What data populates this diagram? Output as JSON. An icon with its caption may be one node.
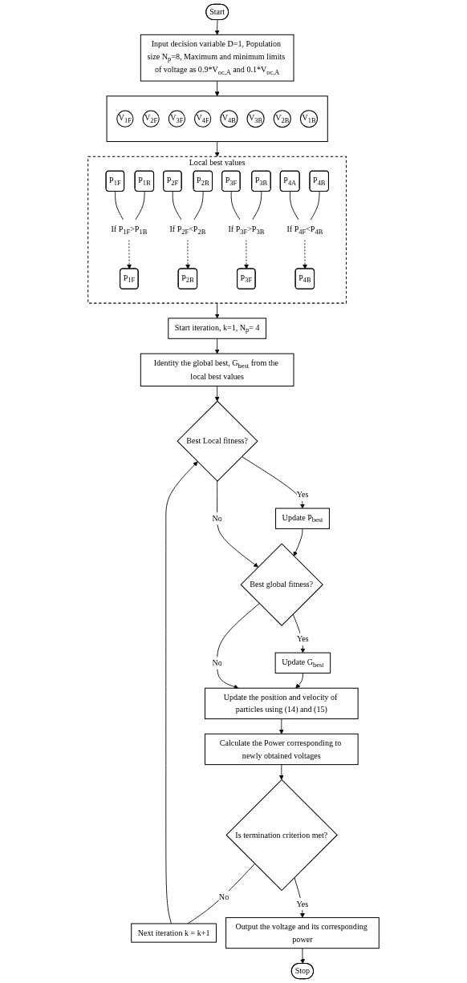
{
  "diagram": {
    "nodes": [
      {
        "text": [
          "Start"
        ]
      },
      {
        "text": [
          "Input decision variable D=1, Population size N$_{p}$=8, Maximum and minimum limits of voltage as 0.9*V$_{oc,A}$ and 0.1*V$_{oc,A}$"
        ]
      },
      {
        "text": [],
        "shape": "box"
      },
      {
        "text": [
          "V$_{1F}$"
        ],
        "in": 2
      },
      {
        "text": [
          "V$_{2F}$"
        ],
        "in": 2
      },
      {
        "text": [
          "V$_{3F}$"
        ],
        "in": 2
      },
      {
        "text": [
          "V$_{4F}$"
        ],
        "in": 2
      },
      {
        "text": [
          "V$_{4B}$"
        ],
        "in": 2
      },
      {
        "text": [
          "V$_{3B}$"
        ],
        "in": 2
      },
      {
        "text": [
          "V$_{2B}$"
        ],
        "in": 2
      },
      {
        "text": [
          "V$_{1B}$"
        ],
        "in": 2
      },
      {
        "text": [
          "Local best values"
        ]
      },
      {
        "text": [
          "P$_{1F}$"
        ],
        "in": 11
      },
      {
        "text": [
          "P$_{1B}$"
        ],
        "in": 11
      },
      {
        "text": [
          "P$_{2F}$"
        ],
        "in": 11
      },
      {
        "text": [
          "P$_{2B}$"
        ],
        "in": 11
      },
      {
        "text": [
          "P$_{3F}$"
        ],
        "in": 11
      },
      {
        "text": [
          "P$_{3B}$"
        ],
        "in": 11
      },
      {
        "text": [
          "P$_{4A}$"
        ],
        "in": 11
      },
      {
        "text": [
          "P$_{4B}$"
        ],
        "in": 11
      },
      {
        "text": [
          "If P$_{1F}$>P$_{1B}$"
        ],
        "in": 11
      },
      {
        "text": [
          "If P$_{2F}$<P$_{2B}$"
        ],
        "in": 11
      },
      {
        "text": [
          "If P$_{3F}$>P$_{3B}$"
        ],
        "in": 11
      },
      {
        "text": [
          "If P$_{4F}$<P$_{4B}$"
        ],
        "in": 11
      },
      {
        "text": [
          "P$_{1F}$"
        ],
        "in": 11
      },
      {
        "text": [
          "P$_{2B}$"
        ],
        "in": 11
      },
      {
        "text": [
          "P$_{3F}$"
        ],
        "in": 11
      },
      {
        "text": [
          "P$_{4B}$"
        ],
        "in": 11
      },
      {
        "text": [
          "Start iteration, k=1, N$_{p}$= 4"
        ]
      },
      {
        "text": [
          "Identity the global best, G$_{best}$ from the local best values"
        ]
      },
      {
        "text": [
          "Best Local fitness?"
        ]
      },
      {
        "text": [
          "Update P$_{best}$"
        ]
      },
      {
        "text": [
          "Best global fitness?"
        ]
      },
      {
        "text": [
          "Update G$_{best}$"
        ]
      },
      {
        "text": [
          "Update the position and velocity of particles using (14) and (15)"
        ]
      },
      {
        "text": [
          "Calculate the Power corresponding to newly obtained voltages"
        ]
      },
      {
        "text": [
          "Is termination criterion met?"
        ]
      },
      {
        "text": [
          "Next iteration k = k+1"
        ]
      },
      {
        "text": [
          "Output the voltage and its corresponding power"
        ]
      },
      {
        "text": [
          "Stop"
        ]
      }
    ],
    "edges": [
      {
        "from": 0,
        "to": 1,
        "arrow": "to"
      },
      {
        "from": 1,
        "to": 2,
        "arrow": "to"
      },
      {
        "from": 2,
        "to": 11,
        "arrow": "to"
      },
      {
        "from": 12,
        "to": 20,
        "arrow": "none"
      },
      {
        "from": 13,
        "to": 20,
        "arrow": "none"
      },
      {
        "from": 14,
        "to": 21,
        "arrow": "none"
      },
      {
        "from": 15,
        "to": 21,
        "arrow": "none"
      },
      {
        "from": 16,
        "to": 22,
        "arrow": "none"
      },
      {
        "from": 17,
        "to": 22,
        "arrow": "none"
      },
      {
        "from": 18,
        "to": 23,
        "arrow": "none"
      },
      {
        "from": 19,
        "to": 23,
        "arrow": "none"
      },
      {
        "from": 20,
        "to": 24,
        "arrow": "to",
        "style": "dashed"
      },
      {
        "from": 21,
        "to": 25,
        "arrow": "to",
        "style": "dashed"
      },
      {
        "from": 22,
        "to": 26,
        "arrow": "to",
        "style": "dashed"
      },
      {
        "from": 23,
        "to": 27,
        "arrow": "to",
        "style": "dashed"
      },
      {
        "from": 11,
        "to": 28,
        "arrow": "to"
      },
      {
        "from": 28,
        "to": 29,
        "arrow": "to"
      },
      {
        "from": 29,
        "to": 30,
        "arrow": "to"
      },
      {
        "from": 30,
        "to": 31,
        "arrow": "to",
        "label": "Yes"
      },
      {
        "from": 31,
        "to": 32,
        "arrow": "to"
      },
      {
        "from": 30,
        "to": 32,
        "arrow": "to",
        "label": "No"
      },
      {
        "from": 32,
        "to": 33,
        "arrow": "to",
        "label": "Yes"
      },
      {
        "from": 33,
        "to": 34,
        "arrow": "to"
      },
      {
        "from": 32,
        "to": 34,
        "arrow": "to",
        "label": "No"
      },
      {
        "from": 34,
        "to": 35,
        "arrow": "to"
      },
      {
        "from": 35,
        "to": 36,
        "arrow": "to"
      },
      {
        "from": 36,
        "to": 37,
        "arrow": "none",
        "label": "No"
      },
      {
        "from": 37,
        "to": 30,
        "arrow": "to"
      },
      {
        "from": 36,
        "to": 38,
        "arrow": "to",
        "label": "Yes"
      },
      {
        "from": 38,
        "to": 39,
        "arrow": "to"
      }
    ]
  }
}
